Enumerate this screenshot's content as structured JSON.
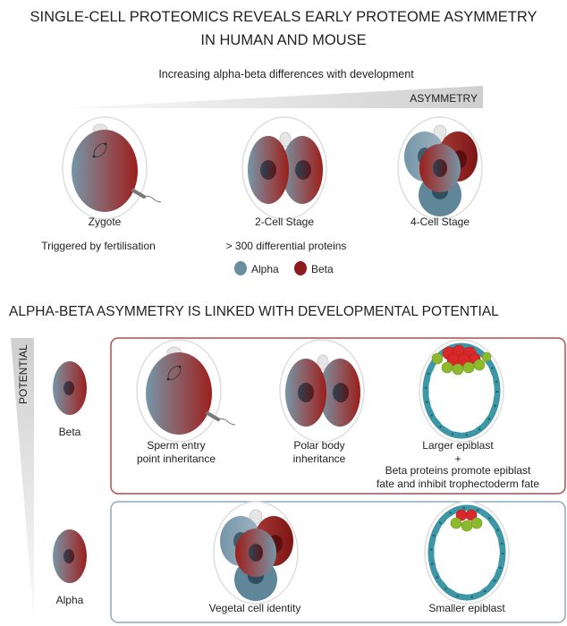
{
  "title": {
    "line1": "SINGLE-CELL PROTEOMICS REVEALS EARLY PROTEOME ASYMMETRY",
    "line2": "IN HUMAN AND MOUSE"
  },
  "top": {
    "subtitle": "Increasing alpha-beta differences with development",
    "wedge_label": "ASYMMETRY",
    "stages": [
      {
        "label": "Zygote",
        "note": "Triggered by fertilisation"
      },
      {
        "label": "2-Cell Stage",
        "note": "> 300 differential proteins"
      },
      {
        "label": "4-Cell Stage"
      }
    ],
    "legend": [
      {
        "label": "Alpha",
        "color": "#6b8da0"
      },
      {
        "label": "Beta",
        "color": "#8e1b1b"
      }
    ]
  },
  "bottom": {
    "title": "ALPHA-BETA ASYMMETRY IS LINKED WITH DEVELOPMENTAL POTENTIAL",
    "wedge_label": "POTENTIAL",
    "beta_label": "Beta",
    "alpha_label": "Alpha",
    "beta_box": {
      "color": "#b84a4a",
      "items": [
        {
          "line1": "Sperm entry",
          "line2": "point inheritance"
        },
        {
          "line1": "Polar body",
          "line2": "inheritance"
        },
        {
          "line1": "Larger epiblast",
          "line2": "+",
          "line3": "Beta proteins promote epiblast",
          "line4": "fate and inhibit trophectoderm fate"
        }
      ]
    },
    "alpha_box": {
      "color": "#8fa9bd",
      "items": [
        {
          "line1": "Vegetal cell identity"
        },
        {
          "line1": "Smaller epiblast"
        }
      ]
    }
  }
}
